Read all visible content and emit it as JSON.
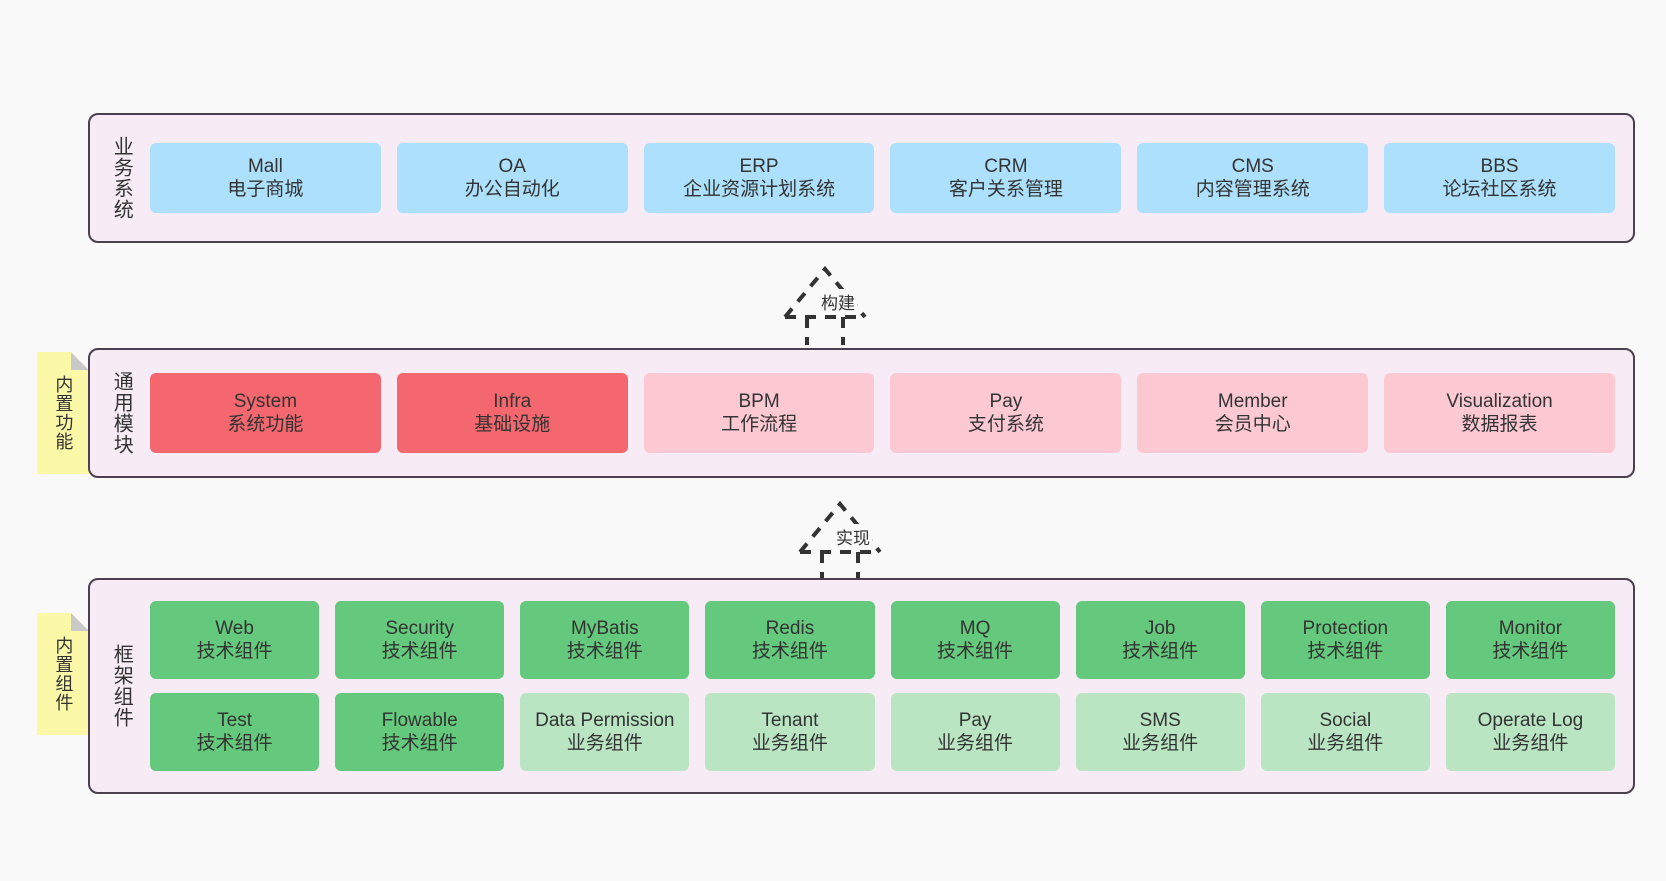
{
  "diagram": {
    "background_color": "#f9f9f9",
    "container_color": "#f7ecf5",
    "container_border_color": "#4a4050",
    "note_color": "#fbf8a8",
    "note_fold_color": "#c9c9c9"
  },
  "layers": [
    {
      "id": "business",
      "title": "业务系统",
      "rows": [
        {
          "nodes": [
            {
              "title": "Mall",
              "sub": "电子商城",
              "color": "#ade0fc",
              "style": "blue"
            },
            {
              "title": "OA",
              "sub": "办公自动化",
              "color": "#ade0fc",
              "style": "blue"
            },
            {
              "title": "ERP",
              "sub": "企业资源计划系统",
              "color": "#ade0fc",
              "style": "blue"
            },
            {
              "title": "CRM",
              "sub": "客户关系管理",
              "color": "#ade0fc",
              "style": "blue"
            },
            {
              "title": "CMS",
              "sub": "内容管理系统",
              "color": "#ade0fc",
              "style": "blue"
            },
            {
              "title": "BBS",
              "sub": "论坛社区系统",
              "color": "#ade0fc",
              "style": "blue"
            }
          ]
        }
      ]
    },
    {
      "id": "modules",
      "title": "通用模块",
      "note": "内置功能",
      "rows": [
        {
          "nodes": [
            {
              "title": "System",
              "sub": "系统功能",
              "color": "#f4676f",
              "style": "red"
            },
            {
              "title": "Infra",
              "sub": "基础设施",
              "color": "#f4676f",
              "style": "red"
            },
            {
              "title": "BPM",
              "sub": "工作流程",
              "color": "#fcc9d2",
              "style": "pink"
            },
            {
              "title": "Pay",
              "sub": "支付系统",
              "color": "#fcc9d2",
              "style": "pink"
            },
            {
              "title": "Member",
              "sub": "会员中心",
              "color": "#fcc9d2",
              "style": "pink"
            },
            {
              "title": "Visualization",
              "sub": "数据报表",
              "color": "#fcc9d2",
              "style": "pink"
            }
          ]
        }
      ]
    },
    {
      "id": "framework",
      "title": "框架组件",
      "note": "内置组件",
      "rows": [
        {
          "nodes": [
            {
              "title": "Web",
              "sub": "技术组件",
              "color": "#64c97c",
              "style": "green"
            },
            {
              "title": "Security",
              "sub": "技术组件",
              "color": "#64c97c",
              "style": "green"
            },
            {
              "title": "MyBatis",
              "sub": "技术组件",
              "color": "#64c97c",
              "style": "green"
            },
            {
              "title": "Redis",
              "sub": "技术组件",
              "color": "#64c97c",
              "style": "green"
            },
            {
              "title": "MQ",
              "sub": "技术组件",
              "color": "#64c97c",
              "style": "green"
            },
            {
              "title": "Job",
              "sub": "技术组件",
              "color": "#64c97c",
              "style": "green"
            },
            {
              "title": "Protection",
              "sub": "技术组件",
              "color": "#64c97c",
              "style": "green"
            },
            {
              "title": "Monitor",
              "sub": "技术组件",
              "color": "#64c97c",
              "style": "green"
            }
          ]
        },
        {
          "nodes": [
            {
              "title": "Test",
              "sub": "技术组件",
              "color": "#64c97c",
              "style": "green"
            },
            {
              "title": "Flowable",
              "sub": "技术组件",
              "color": "#64c97c",
              "style": "green"
            },
            {
              "title": "Data Permission",
              "sub": "业务组件",
              "color": "#b9e5c3",
              "style": "greenlight"
            },
            {
              "title": "Tenant",
              "sub": "业务组件",
              "color": "#b9e5c3",
              "style": "greenlight"
            },
            {
              "title": "Pay",
              "sub": "业务组件",
              "color": "#b9e5c3",
              "style": "greenlight"
            },
            {
              "title": "SMS",
              "sub": "业务组件",
              "color": "#b9e5c3",
              "style": "greenlight"
            },
            {
              "title": "Social",
              "sub": "业务组件",
              "color": "#b9e5c3",
              "style": "greenlight"
            },
            {
              "title": "Operate Log",
              "sub": "业务组件",
              "color": "#b9e5c3",
              "style": "greenlight"
            }
          ]
        }
      ]
    }
  ],
  "arrows": [
    {
      "id": "build",
      "label": "构建",
      "from": "modules",
      "to": "business",
      "style": "dashed-generalization"
    },
    {
      "id": "realize",
      "label": "实现",
      "from": "framework",
      "to": "modules",
      "style": "dashed-generalization"
    }
  ]
}
